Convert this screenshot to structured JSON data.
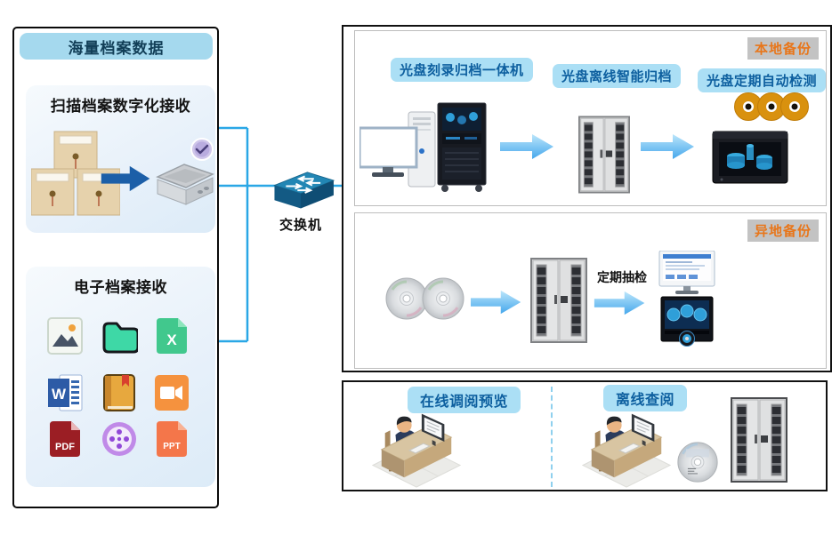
{
  "left_panel": {
    "header": "海量档案数据",
    "scan_section": {
      "title": "扫描档案数字化接收"
    },
    "digital_section": {
      "title": "电子档案接收",
      "icons": [
        {
          "name": "image-file",
          "letter": ""
        },
        {
          "name": "folder",
          "letter": ""
        },
        {
          "name": "excel-file",
          "letter": "X"
        },
        {
          "name": "word-file",
          "letter": "W"
        },
        {
          "name": "notebook",
          "letter": ""
        },
        {
          "name": "video-file",
          "letter": ""
        },
        {
          "name": "pdf-file",
          "letter": "PDF"
        },
        {
          "name": "media-player",
          "letter": ""
        },
        {
          "name": "ppt-file",
          "letter": "PPT"
        }
      ]
    }
  },
  "network": {
    "switch_label": "交换机"
  },
  "local_backup": {
    "badge": "本地备份",
    "labels": [
      "光盘刻录归档一体机",
      "光盘离线智能归档",
      "光盘定期自动检测"
    ]
  },
  "offsite_backup": {
    "badge": "异地备份",
    "sampling_label": "定期抽检"
  },
  "access_section": {
    "online_label": "在线调阅预览",
    "offline_label": "离线查阅"
  },
  "colors": {
    "line_blue": "#2aa7e6",
    "chip_bg": "#abdff5",
    "chip_text": "#0d5f9f",
    "badge_bg": "#c3c3c3",
    "badge_text": "#e8761a",
    "header_bg": "#a5d9ee",
    "dark_arrow": "#1c5fa8"
  }
}
